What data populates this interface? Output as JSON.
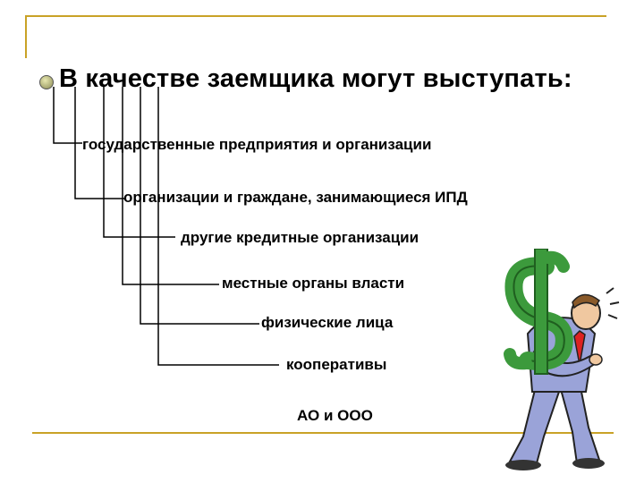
{
  "title": "В качестве заемщика могут выступать:",
  "items": [
    "государственные предприятия и организации",
    "организации и граждане, занимающиеся ИПД",
    "другие кредитные организации",
    "местные органы власти",
    "физические лица",
    "кооперативы",
    "АО и ООО"
  ],
  "colors": {
    "frame": "#c9a227",
    "suit": "#9aa3d8",
    "dollar": "#3c9a3c"
  },
  "icons": [
    "bullet-icon",
    "man-carrying-dollar-illustration"
  ]
}
